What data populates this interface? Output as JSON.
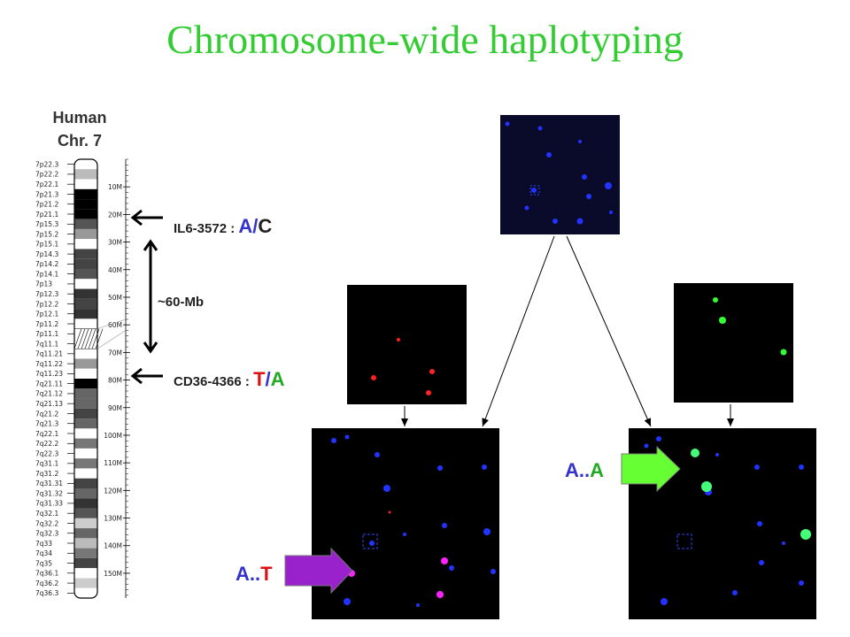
{
  "title": "Chromosome-wide haplotyping",
  "chromosome": {
    "line1": "Human",
    "line2": "Chr. 7"
  },
  "bands": [
    "7p22.3",
    "7p22.2",
    "7p22.1",
    "7p21.3",
    "7p21.2",
    "7p21.1",
    "7p15.3",
    "7p15.2",
    "7p15.1",
    "7p14.3",
    "7p14.2",
    "7p14.1",
    "7p13",
    "7p12.3",
    "7p12.2",
    "7p12.1",
    "7p11.2",
    "7p11.1",
    "7q11.1",
    "7q11.21",
    "7q11.22",
    "7q11.23",
    "7q21.11",
    "7q21.12",
    "7q21.13",
    "7q21.2",
    "7q21.3",
    "7q22.1",
    "7q22.2",
    "7q22.3",
    "7q31.1",
    "7q31.2",
    "7q31.31",
    "7q31.32",
    "7q31.33",
    "7q32.1",
    "7q32.2",
    "7q32.3",
    "7q33",
    "7q34",
    "7q35",
    "7q36.1",
    "7q36.2",
    "7q36.3"
  ],
  "scale": [
    "10M",
    "20M",
    "30M",
    "40M",
    "50M",
    "60M",
    "70M",
    "80M",
    "90M",
    "100M",
    "110M",
    "120M",
    "130M",
    "140M",
    "150M"
  ],
  "snp1": {
    "name": "IL6-3572 :",
    "a1": "A",
    "sep": "/",
    "a2": "C"
  },
  "snp2": {
    "name": "CD36-4366 :",
    "a1": "T",
    "sep": "/",
    "a2": "A"
  },
  "distance": "~60-Mb",
  "label_left": {
    "a": "A",
    "dots": "..",
    "b": "T"
  },
  "label_right": {
    "a": "A",
    "dots": "..",
    "b": "A"
  },
  "colors": {
    "title": "#33cc33",
    "blue": "#3333cc",
    "red": "#dd1111",
    "green": "#22aa22",
    "purple_arrow": "#9922cc",
    "green_arrow": "#66ff33"
  }
}
